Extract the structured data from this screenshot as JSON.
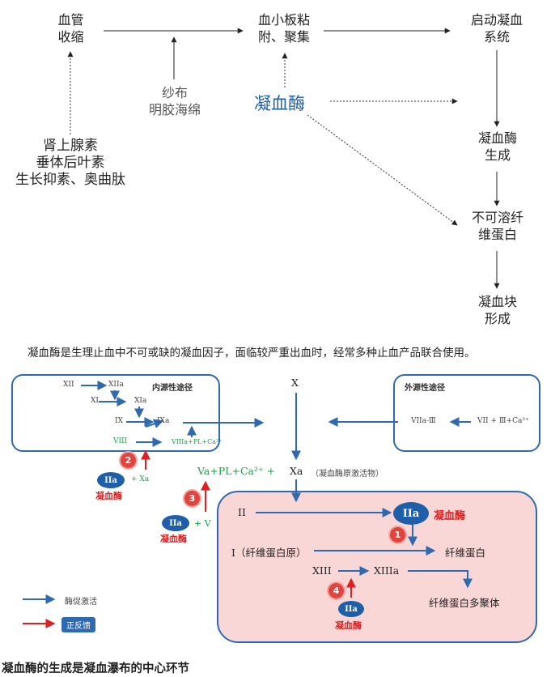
{
  "top": {
    "vasoconstriction": [
      "血管",
      "收缩"
    ],
    "platelet": [
      "血小板粘",
      "附、聚集"
    ],
    "start_coag": [
      "启动凝血",
      "系统"
    ],
    "gauze": [
      "纱布",
      "明胶海绵"
    ],
    "thrombin": "凝血酶",
    "thrombin_gen": [
      "凝血酶",
      "生成"
    ],
    "fibrin": [
      "不可溶纤",
      "维蛋白"
    ],
    "clot": [
      "凝血块",
      "形成"
    ],
    "hormones": [
      "肾上腺素",
      "垂体后叶素",
      "生长抑素、奥曲肽"
    ]
  },
  "caption1": "凝血酶是生理止血中不可或缺的凝血因子，面临较严重出血时，经常多种止血产品联合使用。",
  "cascade": {
    "intrinsic_title": "内源性途径",
    "extrinsic_title": "外源性途径",
    "XII": "XII",
    "XIIa": "XIIa",
    "XI": "XI",
    "XIa": "XIa",
    "IX": "IX",
    "IXa": "IXa",
    "VIII": "VIII",
    "VIIIa": "VIIIa+PL+Ca²⁺",
    "VIIa": "VIIa-Ⅲ",
    "VII": "VII + Ⅲ+Ca²⁺",
    "X": "X",
    "Xa": "Xa",
    "prothrombinase": "（凝血酶原激活物）",
    "Va": "Va+PL+Ca²⁺ +",
    "IIa": "IIa",
    "thrombin": "凝血酶",
    "plus_Xa": "+ Xa",
    "plus_V": "+ V",
    "II": "II",
    "I": "I（纤维蛋白原）",
    "fibrin": "纤维蛋白",
    "XIII": "XIII",
    "XIIIa": "XIIIa",
    "polymer": "纤维蛋白多聚体",
    "badges": [
      "1",
      "2",
      "3",
      "4"
    ]
  },
  "legend": {
    "enzyme": "酶促激活",
    "feedback": "正反馈"
  },
  "caption2": "凝血酶的生成是凝血瀑布的中心环节",
  "colors": {
    "blue": "#2f6ab0",
    "red": "#e02020",
    "green": "#1aa34a",
    "pink": "#f9d7d7"
  }
}
